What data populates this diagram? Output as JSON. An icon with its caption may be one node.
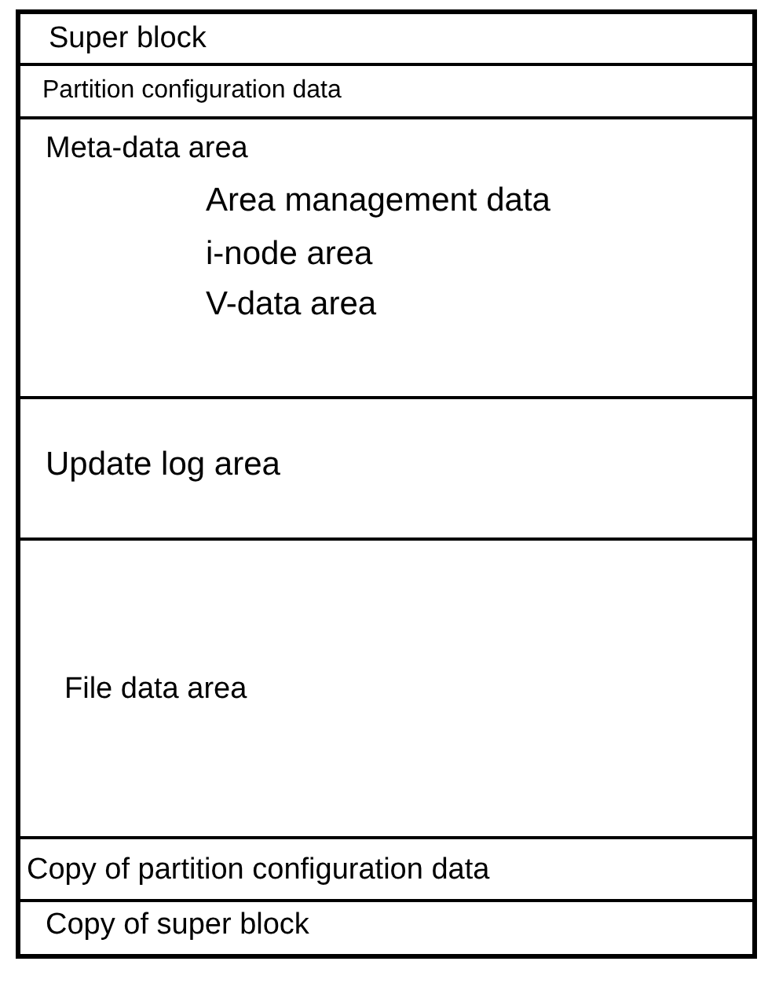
{
  "diagram": {
    "nodes": [
      {
        "text": [
          "Super block"
        ]
      },
      {
        "text": [
          "Partition configuration data"
        ]
      },
      {
        "text": [
          "Meta-data area",
          "Area management data",
          "i-node area",
          "V-data area"
        ]
      },
      {
        "text": [
          "Update log area"
        ]
      },
      {
        "text": [
          "File data area"
        ]
      },
      {
        "text": [
          "Copy of partition configuration data"
        ]
      },
      {
        "text": [
          "Copy of super block"
        ]
      }
    ]
  }
}
